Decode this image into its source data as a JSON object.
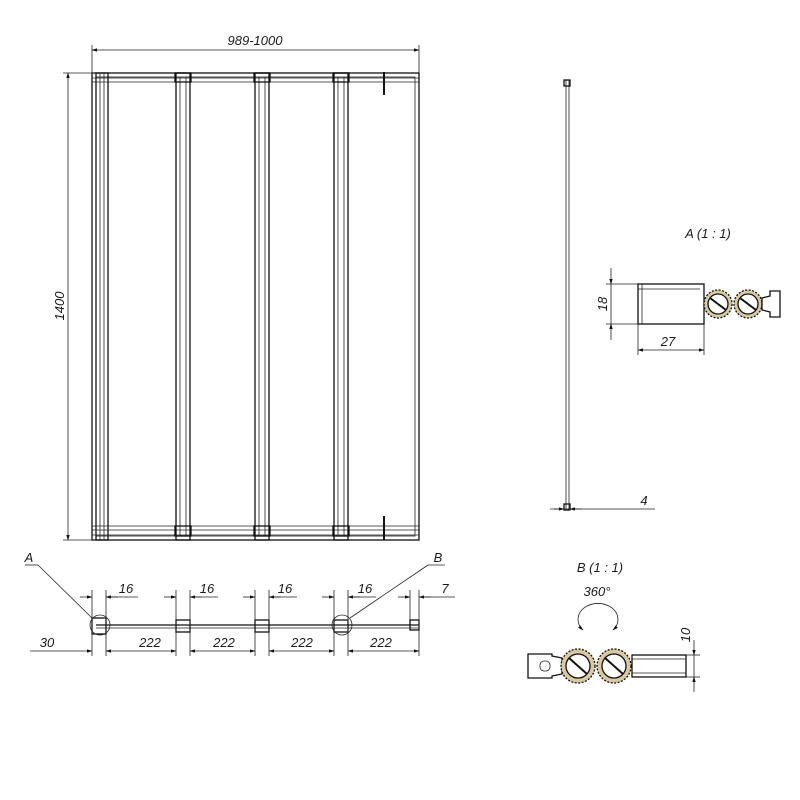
{
  "front_view": {
    "width_label": "989-1000",
    "height_label": "1400"
  },
  "detail_a": {
    "title": "A (1 : 1)",
    "height_label": "18",
    "width_label": "27",
    "marker": "A"
  },
  "detail_b": {
    "title": "B (1 : 1)",
    "rotation_label": "360°",
    "height_label": "10",
    "marker": "B"
  },
  "side_view": {
    "thickness_label": "4"
  },
  "plan_view": {
    "profile_labels": [
      "16",
      "16",
      "16",
      "16"
    ],
    "end_label": "7",
    "offset_label": "30",
    "panel_labels": [
      "222",
      "222",
      "222",
      "222"
    ]
  }
}
